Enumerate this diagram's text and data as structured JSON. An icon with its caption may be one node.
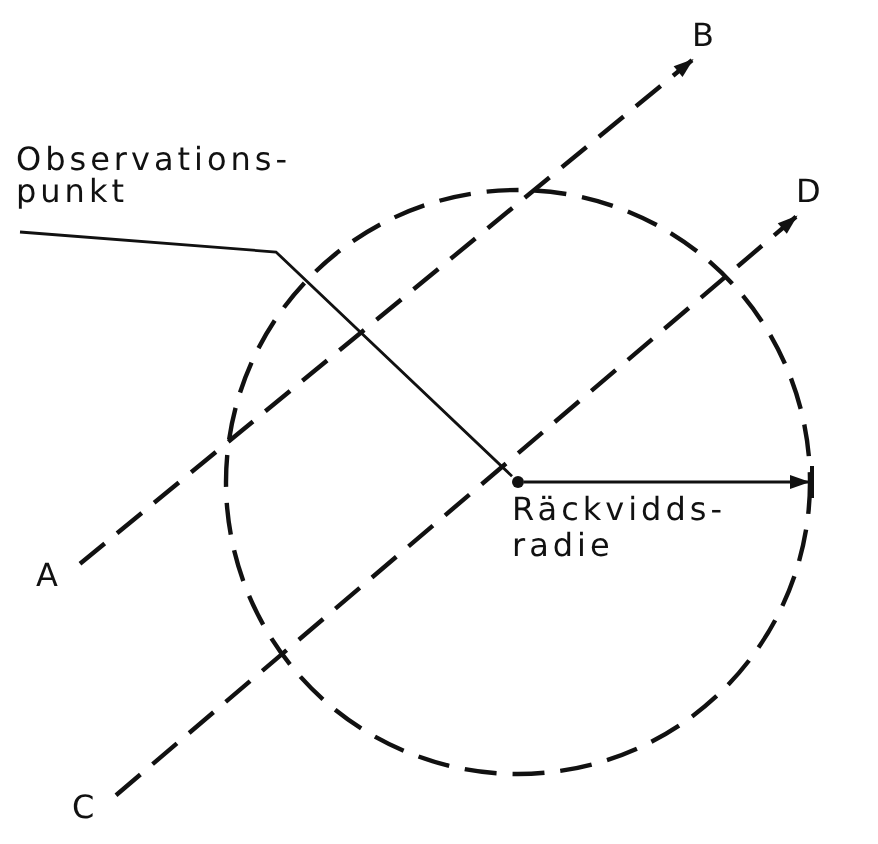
{
  "diagram": {
    "nodes": [
      {
        "text": [
          "A"
        ]
      },
      {
        "text": [
          "B"
        ]
      },
      {
        "text": [
          "C"
        ]
      },
      {
        "text": [
          "D"
        ]
      },
      {
        "text": [
          "Observations- punkt"
        ]
      },
      {
        "text": [],
        "shape": "circle"
      }
    ],
    "edges": [
      {
        "from": 0,
        "to": 1,
        "arrow": "to",
        "style": "dashed"
      },
      {
        "from": 2,
        "to": 3,
        "arrow": "to",
        "style": "dashed"
      },
      {
        "from": 4,
        "to": 5,
        "arrow": "none"
      }
    ],
    "labels": [
      "Räckvidds- radie"
    ]
  }
}
